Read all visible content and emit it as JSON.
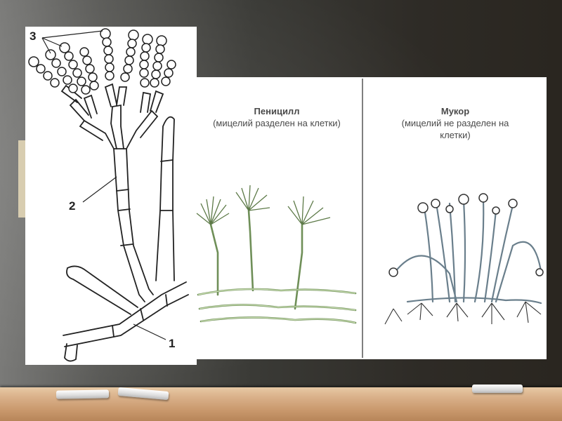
{
  "penicillium": {
    "title": "Пеницилл",
    "subtitle": "(мицелий разделен на клетки)"
  },
  "mucor": {
    "title": "Мукор",
    "subtitle_line1": "(мицелий не разделен на",
    "subtitle_line2": "клетки)"
  },
  "callouts": {
    "label_1": "1",
    "label_2": "2",
    "label_3": "3"
  },
  "colors": {
    "board": "#3a3a36",
    "shelf": "#d9b089",
    "hypha_green": "#a7c48a",
    "hypha_blue": "#b7d3e0"
  }
}
